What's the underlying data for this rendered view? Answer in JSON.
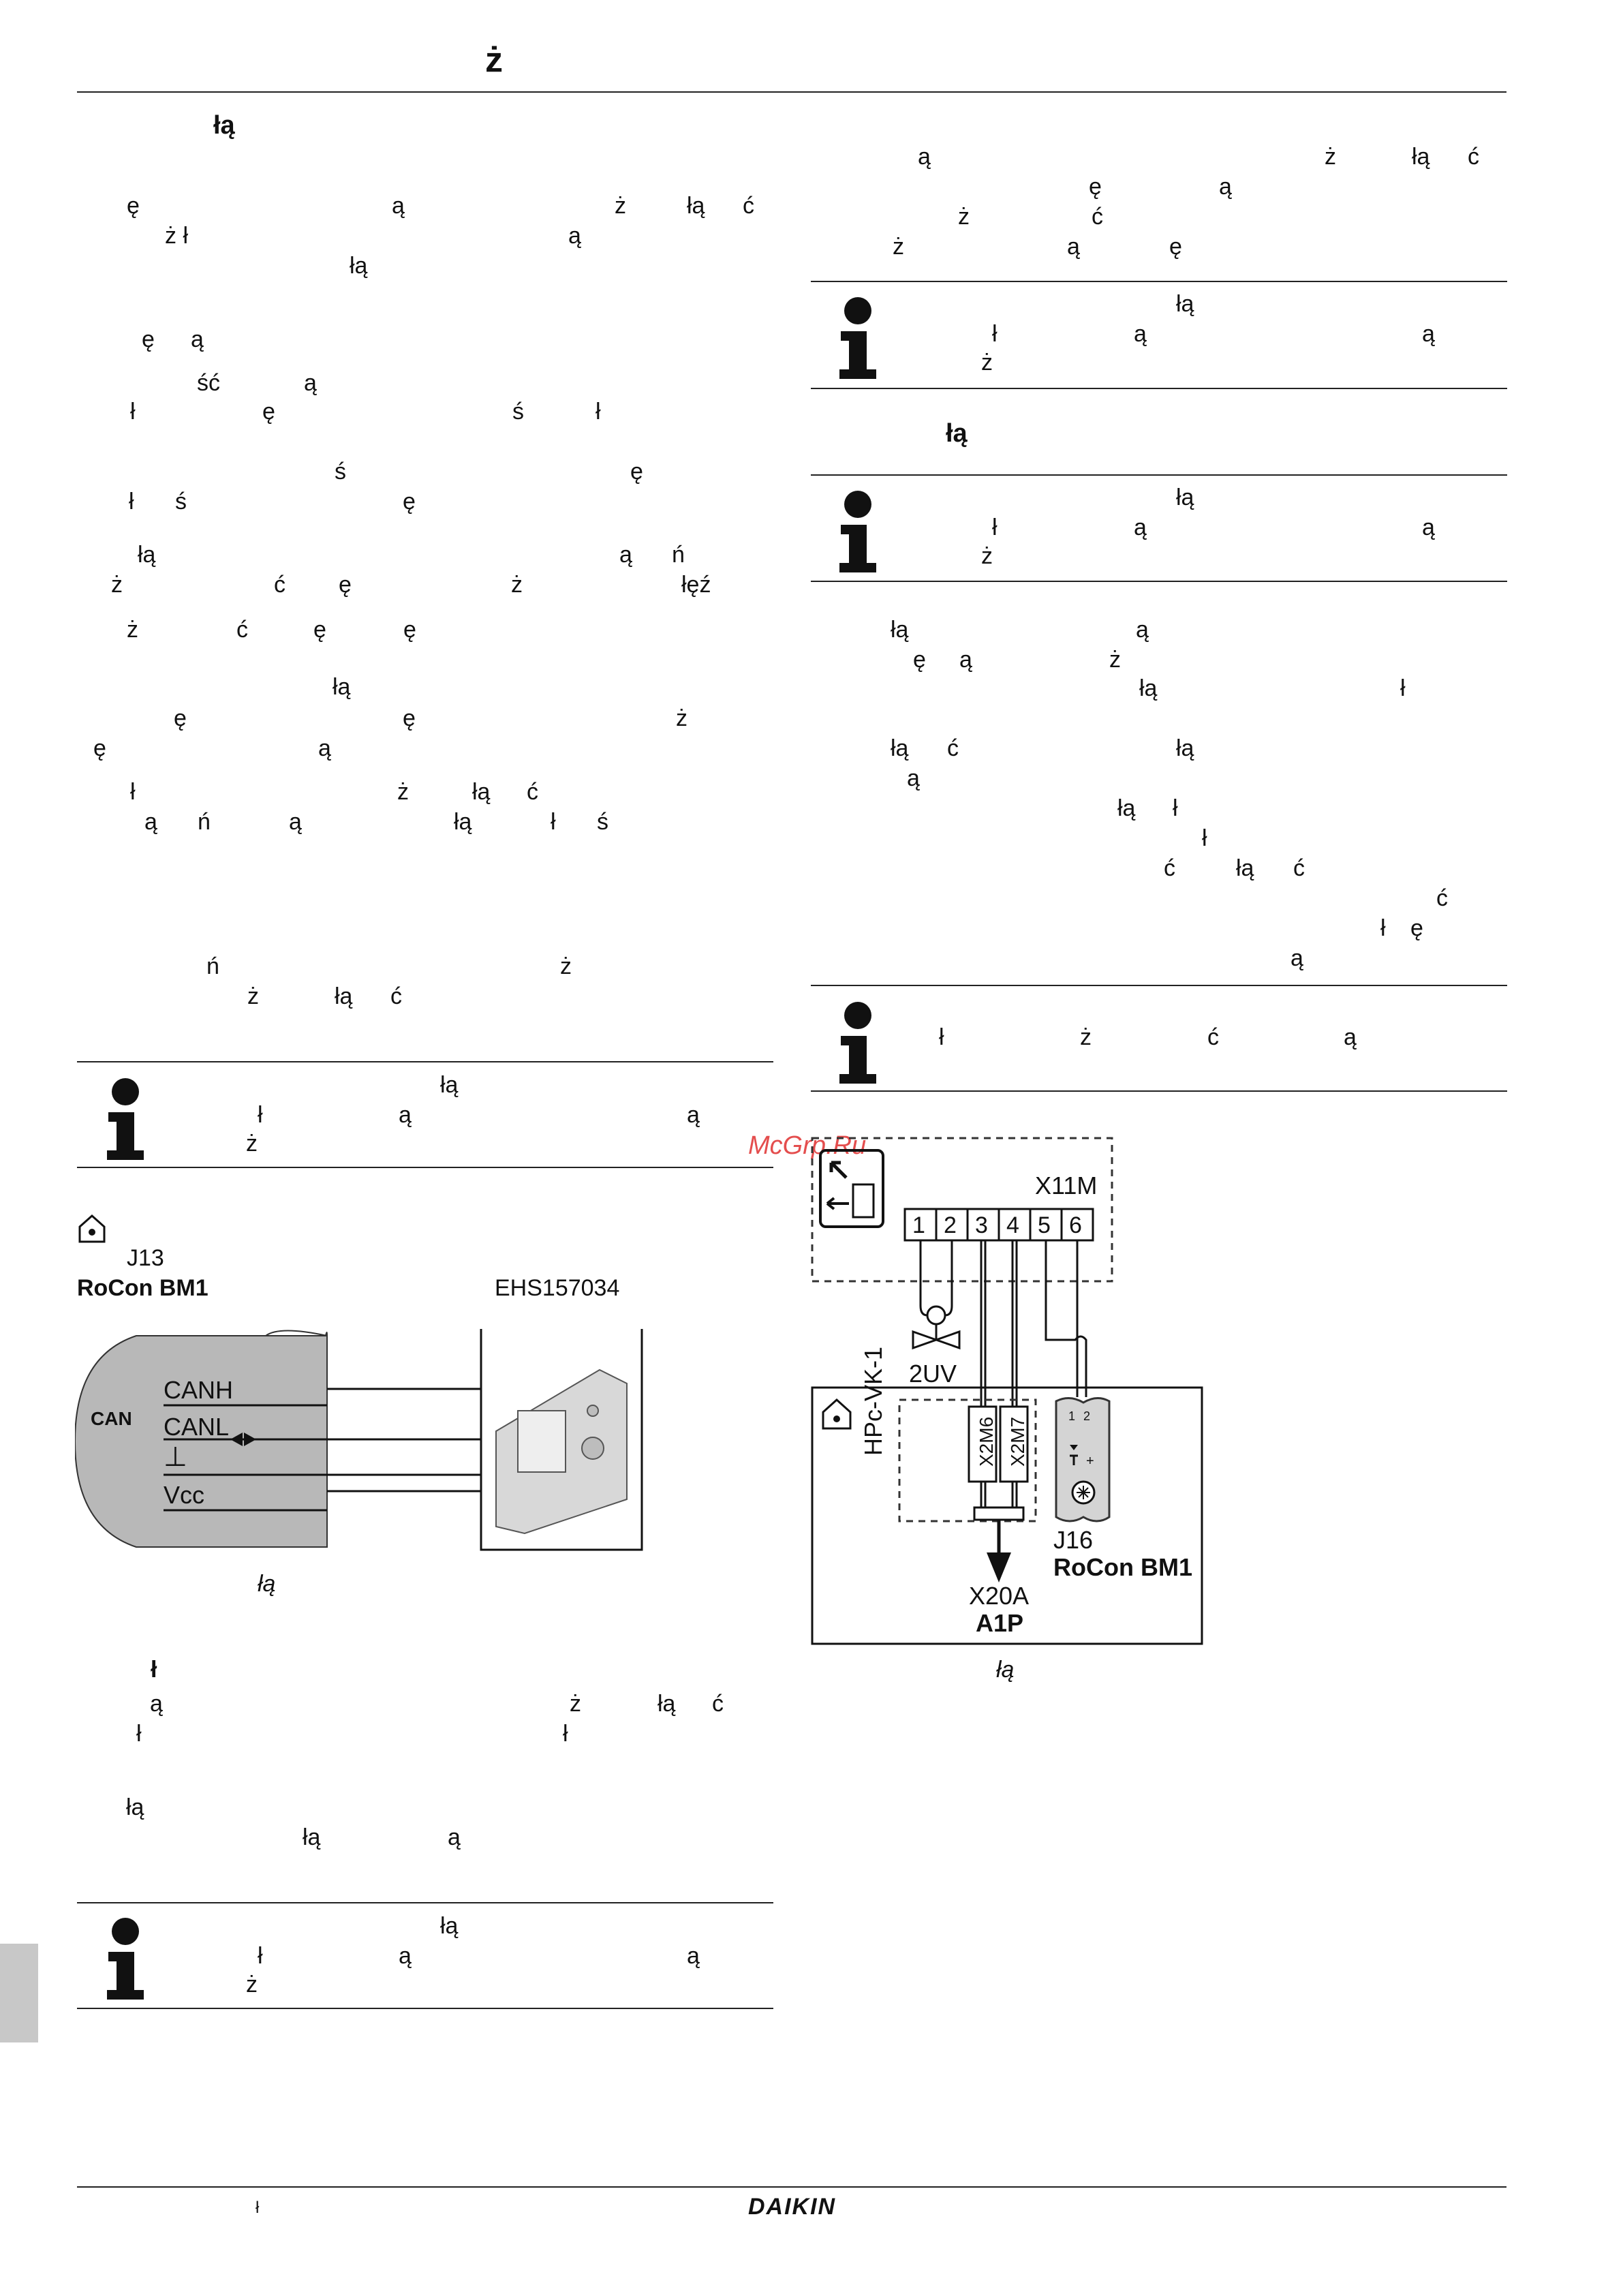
{
  "header": {
    "title": "ż"
  },
  "left_column": {
    "section_heading": "łą",
    "lines": [
      [
        "ę",
        "ą",
        "ż",
        "łą",
        "ć"
      ],
      [
        "ż ł",
        "ą"
      ],
      [
        "łą"
      ],
      [
        "ę",
        "ą"
      ],
      [
        "ść",
        "ą"
      ],
      [
        "ł",
        "ę",
        "ś",
        "ł"
      ],
      [
        "ś",
        "ę"
      ],
      [
        "ł",
        "ś",
        "ę"
      ],
      [
        "łą",
        "ą",
        "ń"
      ],
      [
        "ż",
        "ć",
        "ę",
        "ż",
        "łęź"
      ],
      [
        "ż",
        "ć",
        "ę",
        "ę"
      ],
      [
        "łą"
      ],
      [
        "ę",
        "ę",
        "ż"
      ],
      [
        "ę",
        "ą"
      ],
      [
        "ł",
        "ż",
        "łą",
        "ć"
      ],
      [
        "ą",
        "ń",
        "ą",
        "łą",
        "ł",
        "ś"
      ],
      [
        "ń",
        "ż"
      ],
      [
        "ż",
        "łą",
        "ć"
      ]
    ],
    "note1": {
      "line1": "łą",
      "line2a": "ł",
      "line2b": "ą",
      "line2c": "ą",
      "line3": "ż"
    },
    "diagram1": {
      "house_icon": "house-icon",
      "j13": "J13",
      "rocon": "RoCon BM1",
      "ehs": "EHS157034",
      "can": "CAN",
      "canh": "CANH",
      "canl": "CANL",
      "ground": "⊥",
      "vcc": "Vcc",
      "caption": "łą"
    },
    "sub_heading": "ł",
    "lines2": [
      [
        "ą",
        "ż",
        "łą",
        "ć"
      ],
      [
        "ł",
        "ł"
      ],
      [
        "łą"
      ],
      [
        "łą",
        "ą"
      ]
    ],
    "note2": {
      "line1": "łą",
      "line2a": "ł",
      "line2b": "ą",
      "line2c": "ą",
      "line3": "ż"
    }
  },
  "right_column": {
    "lines_top": [
      [
        "ą",
        "ż",
        "łą",
        "ć"
      ],
      [
        "ę",
        "ą"
      ],
      [
        "ż",
        "ć"
      ],
      [
        "ż",
        "ą",
        "ę"
      ]
    ],
    "note3": {
      "line1": "łą",
      "line2a": "ł",
      "line2b": "ą",
      "line2c": "ą",
      "line3": "ż"
    },
    "section_heading": "łą",
    "note4": {
      "line1": "łą",
      "line2a": "ł",
      "line2b": "ą",
      "line2c": "ą",
      "line3": "ż"
    },
    "lines_mid": [
      [
        "łą",
        "ą"
      ],
      [
        "ę",
        "ą",
        "ż"
      ],
      [
        "łą",
        "ł"
      ],
      [
        "łą",
        "ć",
        "łą"
      ],
      [
        "ą"
      ],
      [
        "łą",
        "ł"
      ],
      [
        "ł"
      ],
      [
        "ć",
        "łą",
        "ć"
      ],
      [
        "ć"
      ],
      [
        "ł",
        "ę"
      ],
      [
        "ą"
      ]
    ],
    "note5": {
      "a": "ł",
      "b": "ż",
      "c": "ć",
      "d": "ą"
    },
    "diagram2": {
      "x11m": "X11M",
      "terminals": [
        "1",
        "2",
        "3",
        "4",
        "5",
        "6"
      ],
      "uv": "2UV",
      "hpc": "HPc-VK-1",
      "x2m6": "X2M6",
      "x2m7": "X2M7",
      "j16": "J16",
      "rocon": "RoCon BM1",
      "x20a": "X20A",
      "a1p": "A1P",
      "caption": "łą"
    }
  },
  "watermark": "McGrp.Ru",
  "footer": {
    "left": "ł",
    "brand": "DAIKIN"
  }
}
